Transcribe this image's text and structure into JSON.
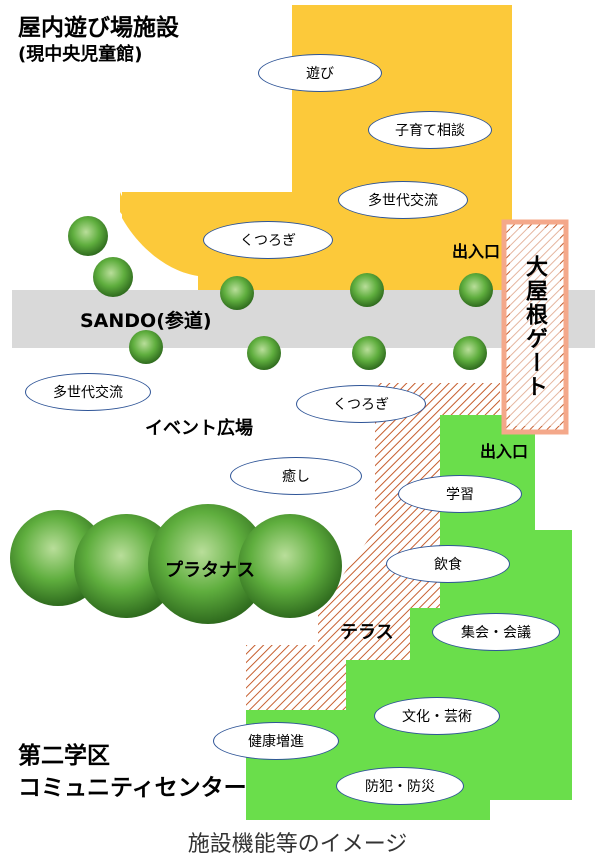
{
  "colors": {
    "indoor": "#fcc93a",
    "green": "#6ade4b",
    "road": "#d9d9d9",
    "gate_border": "#f4a88a",
    "terrace_stripe": "#c65e2e",
    "oval_border": "#2f5597",
    "tree": "#4f9e33"
  },
  "title_indoor": {
    "line1": "屋内遊び場施設",
    "line2": "(現中央児童館)"
  },
  "title_center": {
    "line1": "第二学区",
    "line2": "コミュニティセンター"
  },
  "labels": {
    "sando": "SANDO(参道)",
    "entrance_top": "出入口",
    "entrance_bottom": "出入口",
    "event_plaza": "イベント広場",
    "platanus": "プラタナス",
    "terrace": "テラス",
    "gate": "大屋根ゲート"
  },
  "ovals": {
    "asobi": "遊び",
    "kosodate": "子育て相談",
    "tasedai_top": "多世代交流",
    "kutsurogi_top": "くつろぎ",
    "tasedai_left": "多世代交流",
    "kutsurogi_mid": "くつろぎ",
    "iyashi": "癒し",
    "gakushu": "学習",
    "inshoku": "飲食",
    "shukai": "集会・会議",
    "bunka": "文化・芸術",
    "kenko": "健康増進",
    "bohan": "防犯・防災"
  },
  "caption": "施設機能等のイメージ"
}
